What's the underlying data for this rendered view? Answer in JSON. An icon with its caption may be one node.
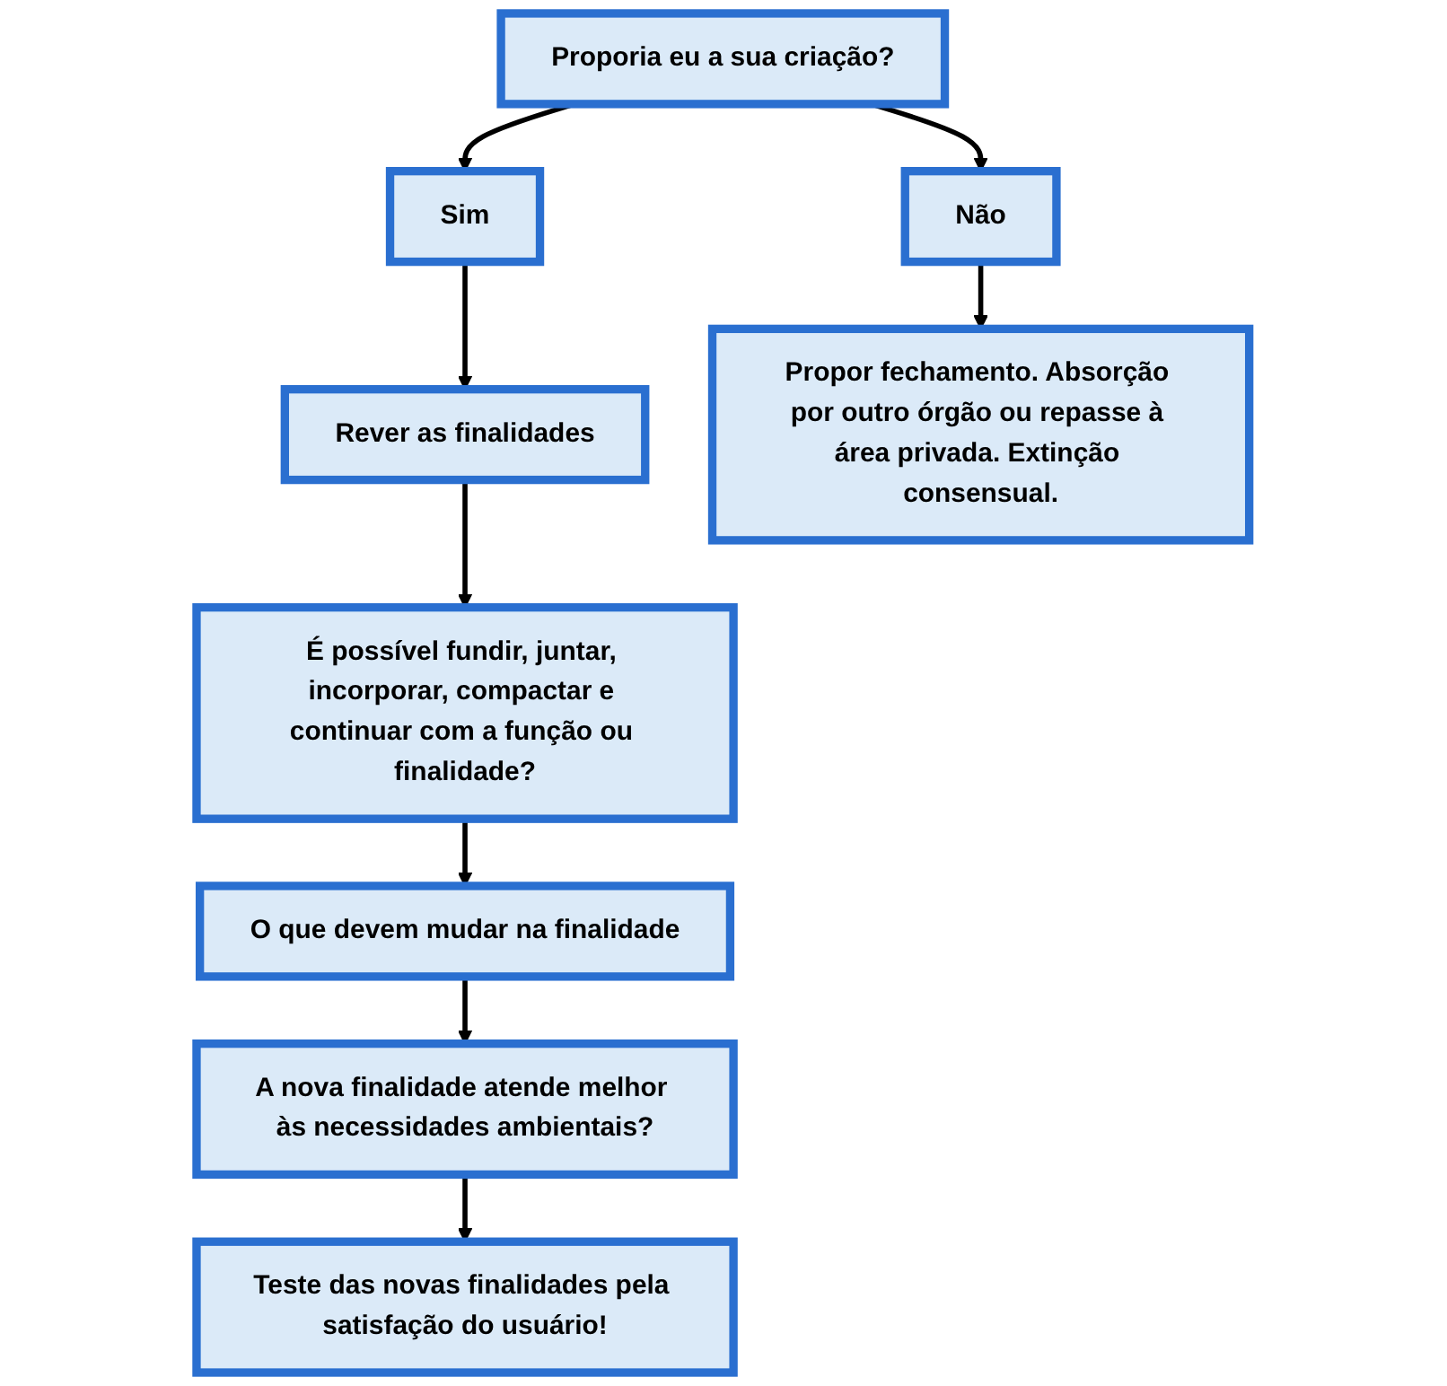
{
  "diagram": {
    "nodes": [
      {
        "text": [
          "Proporia eu a sua criação?"
        ]
      },
      {
        "text": [
          "Não"
        ]
      },
      {
        "text": [
          "Sim"
        ]
      },
      {
        "text": [
          "Rever as finalidades"
        ]
      },
      {
        "text": [
          "Propor fechamento. Absorção por outro órgão ou repasse à área privada. Extinção consensual."
        ]
      },
      {
        "text": [
          "É possível fundir, juntar, incorporar, compactar e continuar com a função ou finalidade?"
        ]
      },
      {
        "text": [
          "O que devem mudar na finalidade"
        ]
      },
      {
        "text": [
          "A nova finalidade atende melhor às necessidades ambientais?"
        ]
      },
      {
        "text": [
          "Teste das novas finalidades pela satisfação do usuário!"
        ]
      }
    ],
    "edges": [
      {
        "from": 0,
        "to": 1,
        "arrow": "to"
      },
      {
        "from": 0,
        "to": 2,
        "arrow": "to"
      },
      {
        "from": 2,
        "to": 3,
        "arrow": "to"
      },
      {
        "from": 1,
        "to": 4,
        "arrow": "to"
      },
      {
        "from": 3,
        "to": 5,
        "arrow": "to"
      },
      {
        "from": 5,
        "to": 6,
        "arrow": "to"
      },
      {
        "from": 6,
        "to": 7,
        "arrow": "to"
      },
      {
        "from": 7,
        "to": 8,
        "arrow": "to"
      }
    ]
  }
}
